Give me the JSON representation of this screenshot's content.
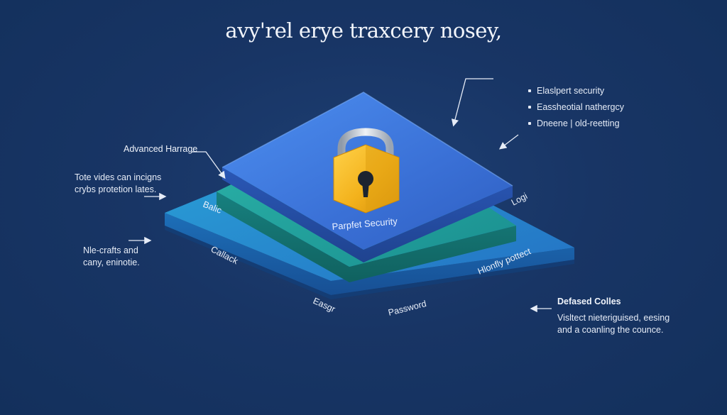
{
  "title": "avy'rel erye traxcery nosey,",
  "center_label": "Parpfet Security",
  "layer_labels": {
    "top_left": "Balic",
    "right_top": "Logi",
    "left_mid": "Callack",
    "right_mid": "Hlonfly pottect",
    "bottom_left": "Easgr",
    "bottom_mid": "Password"
  },
  "annotations": {
    "advanced_heading": "Advanced Harrage",
    "left_note_1": [
      "Tote vides can incigns",
      "crybs protetion lates."
    ],
    "left_note_2": [
      "Nle-crafts and",
      "cany, eninotie."
    ],
    "right_bullets": [
      "Elaslpert security",
      "Eassheotial nathergcy",
      "Dneene | old-reetting"
    ],
    "defased_heading": "Defased Colles",
    "defased_text": [
      "Visltect nieteriguised, eesing",
      "and a coanling the counce."
    ]
  },
  "colors": {
    "background": "#183565",
    "top_layer": "#3f77dc",
    "middle_layer": "#1f9a99",
    "bottom_layer": "#2d8ecc",
    "lock_body": "#f2b21d",
    "lock_shackle": "#c4ccd6"
  },
  "icons": [
    "padlock-icon",
    "arrow-icon"
  ]
}
